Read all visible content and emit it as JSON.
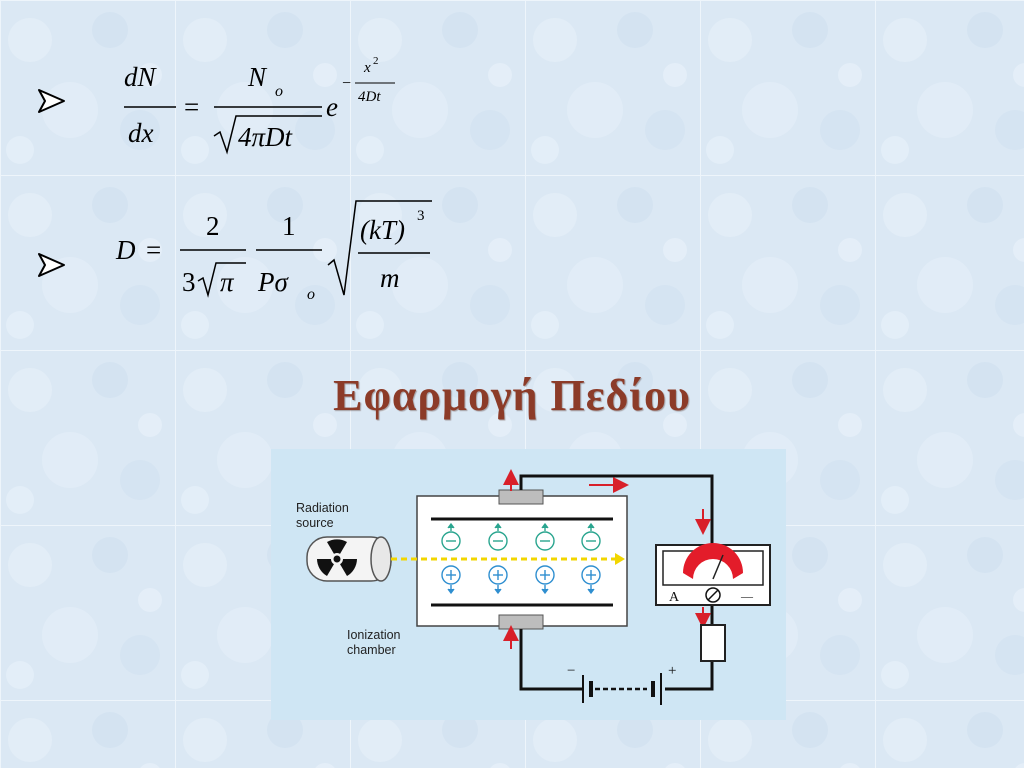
{
  "title": "Εφαρμογή Πεδίου",
  "formula1": {
    "lhs_num": "dN",
    "lhs_den": "dx",
    "eq": "=",
    "rhs_num_base": "N",
    "rhs_num_sub": "o",
    "rhs_den": "4πDt",
    "exp_base": "e",
    "exp_sign": "−",
    "exp_num_base": "x",
    "exp_num_sup": "2",
    "exp_den": "4Dt"
  },
  "formula2": {
    "lhs": "D",
    "eq": "=",
    "frac1_num": "2",
    "frac1_den_coef": "3",
    "frac1_den_root": "π",
    "frac2_num": "1",
    "frac2_den_base": "Pσ",
    "frac2_den_sub": "o",
    "root_num": "(kT)",
    "root_num_sup": "3",
    "root_den": "m"
  },
  "diagram": {
    "radiation_source_label_line1": "Radiation",
    "radiation_source_label_line2": "source",
    "ionization_chamber_label_line1": "Ionization",
    "ionization_chamber_label_line2": "chamber",
    "meter_label_left": "A",
    "meter_label_right": "—",
    "battery_minus": "−",
    "battery_plus": "+"
  },
  "colors": {
    "title": "#8c3b28",
    "background": "#dce9f5",
    "diagram_bg": "#cfe6f4",
    "beam": "#f2d600",
    "arrow_red": "#d8202a",
    "ion_teal": "#2aa58f",
    "ion_blue": "#2f8fd0"
  },
  "icons": [
    "bullet-arrow-icon",
    "radiation-trefoil-icon",
    "ammeter-icon",
    "resistor-icon",
    "battery-icon"
  ]
}
